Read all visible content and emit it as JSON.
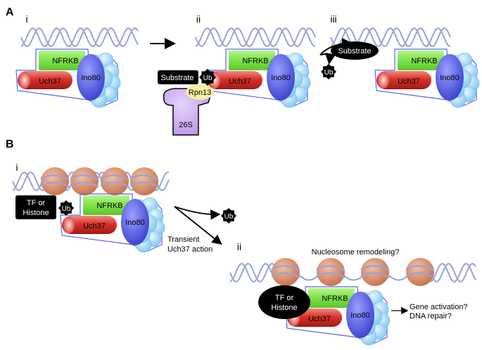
{
  "panels": {
    "a": {
      "label": "A",
      "steps": [
        "i",
        "ii",
        "iii"
      ]
    },
    "b": {
      "label": "B",
      "steps": [
        "i",
        "ii"
      ]
    }
  },
  "proteins": {
    "nfrkb": "NFRKB",
    "uch37": "Uch37",
    "ino80": "Ino80",
    "substrate": "Substrate",
    "ub": "Ub",
    "rpn13": "Rpn13",
    "proteasome": "26S",
    "tf_line1": "TF or",
    "tf_line2": "Histone"
  },
  "annotations": {
    "transient_line1": "Transient",
    "transient_line2": "Uch37 action",
    "remodeling": "Nucleosome remodeling?",
    "outcome_line1": "Gene activation?",
    "outcome_line2": "DNA repair?"
  },
  "colors": {
    "nfrkb": "#7ee24a",
    "uch37": "#d9312a",
    "ino80": "#4f55e0",
    "cloud": "#8fd0f5",
    "dna": "#9aa3d6",
    "nucleosome": "#d98a66",
    "proteasome": "#c7a6ee",
    "rpn13": "#f8f0a0",
    "ub": "#000000"
  }
}
